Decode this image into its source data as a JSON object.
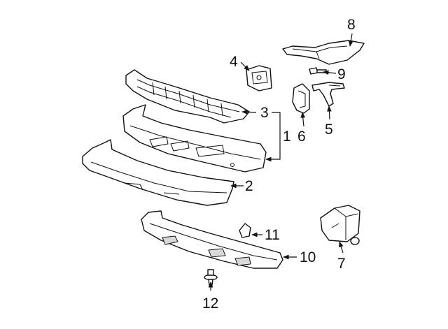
{
  "callouts": {
    "c1": "1",
    "c2": "2",
    "c3": "3",
    "c4": "4",
    "c5": "5",
    "c6": "6",
    "c7": "7",
    "c8": "8",
    "c9": "9",
    "c10": "10",
    "c11": "11",
    "c12": "12"
  },
  "colors": {
    "line": "#111111",
    "background": "#ffffff",
    "shade": "#d9d9d9"
  }
}
